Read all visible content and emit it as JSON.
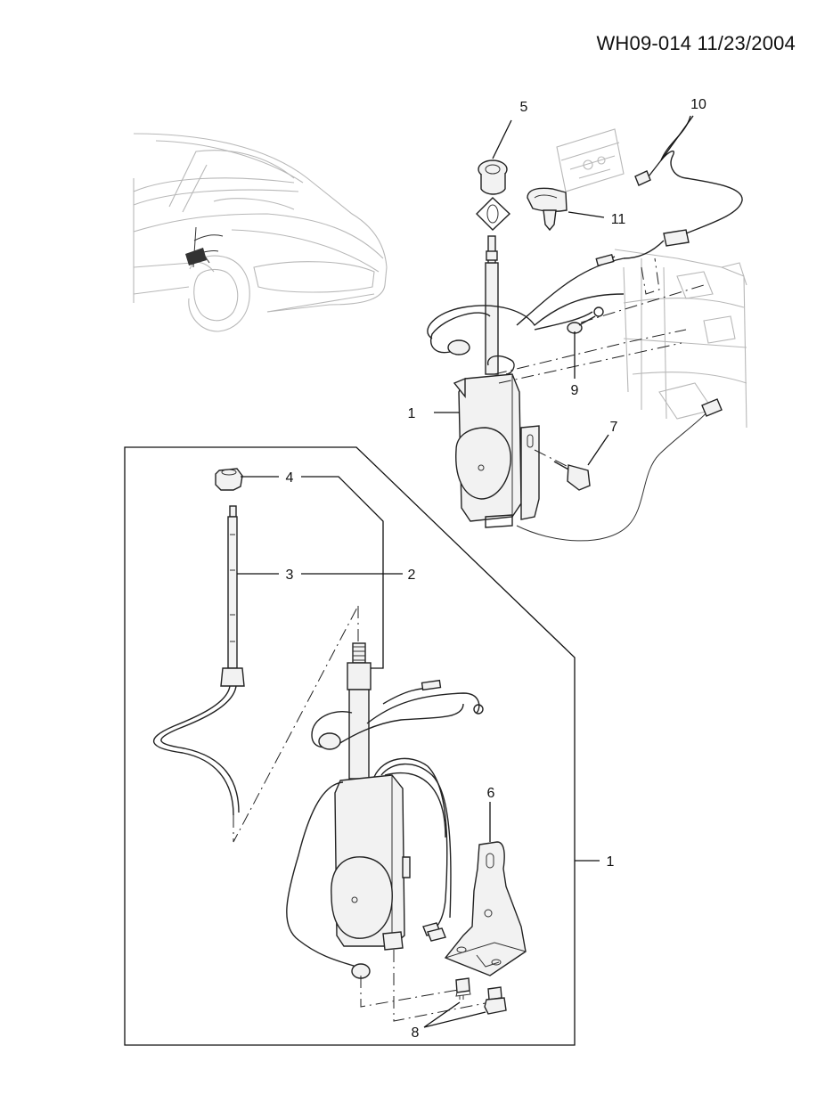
{
  "document": {
    "reference": "WH09-014 11/23/2004"
  },
  "callouts": {
    "c1_top": "1",
    "c1_side": "1",
    "c2": "2",
    "c3": "3",
    "c4": "4",
    "c5": "5",
    "c6": "6",
    "c7": "7",
    "c8": "8",
    "c9": "9",
    "c10": "10",
    "c11": "11"
  }
}
